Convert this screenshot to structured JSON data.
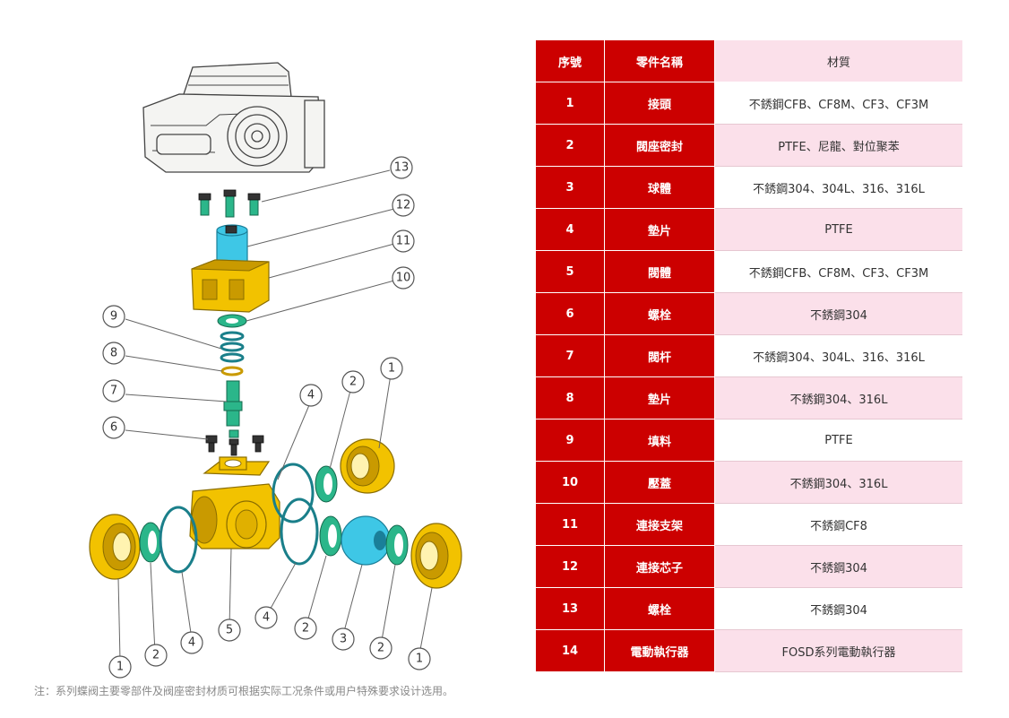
{
  "table": {
    "headers": [
      "序號",
      "零件名稱",
      "材質"
    ],
    "rows": [
      {
        "no": "1",
        "name": "接頭",
        "material": "不銹鋼CFB、CF8M、CF3、CF3M"
      },
      {
        "no": "2",
        "name": "閥座密封",
        "material": "PTFE、尼龍、對位聚苯"
      },
      {
        "no": "3",
        "name": "球體",
        "material": "不銹鋼304、304L、316、316L"
      },
      {
        "no": "4",
        "name": "墊片",
        "material": "PTFE"
      },
      {
        "no": "5",
        "name": "閥體",
        "material": "不銹鋼CFB、CF8M、CF3、CF3M"
      },
      {
        "no": "6",
        "name": "螺栓",
        "material": "不銹鋼304"
      },
      {
        "no": "7",
        "name": "閥杆",
        "material": "不銹鋼304、304L、316、316L"
      },
      {
        "no": "8",
        "name": "墊片",
        "material": "不銹鋼304、316L"
      },
      {
        "no": "9",
        "name": "填料",
        "material": "PTFE"
      },
      {
        "no": "10",
        "name": "壓蓋",
        "material": "不銹鋼304、316L"
      },
      {
        "no": "11",
        "name": "連接支架",
        "material": "不銹鋼CF8"
      },
      {
        "no": "12",
        "name": "連接芯子",
        "material": "不銹鋼304"
      },
      {
        "no": "13",
        "name": "螺栓",
        "material": "不銹鋼304"
      },
      {
        "no": "14",
        "name": "電動執行器",
        "material": "FOSD系列電動執行器"
      }
    ]
  },
  "diagram": {
    "callouts": [
      "13",
      "12",
      "11",
      "10",
      "9",
      "8",
      "7",
      "6",
      "4",
      "2",
      "1",
      "4",
      "2",
      "3",
      "2",
      "1",
      "5",
      "4",
      "2",
      "1"
    ]
  },
  "footnote": "注：系列蝶阀主要零部件及阀座密封材质可根据实际工况条件或用户特殊要求设计选用。",
  "colors": {
    "header_red": "#cc0000",
    "pink": "#fbe0ea",
    "brass": "#f2c200",
    "teal": "#1f9c8a",
    "ball_blue": "#3ec7e6"
  }
}
